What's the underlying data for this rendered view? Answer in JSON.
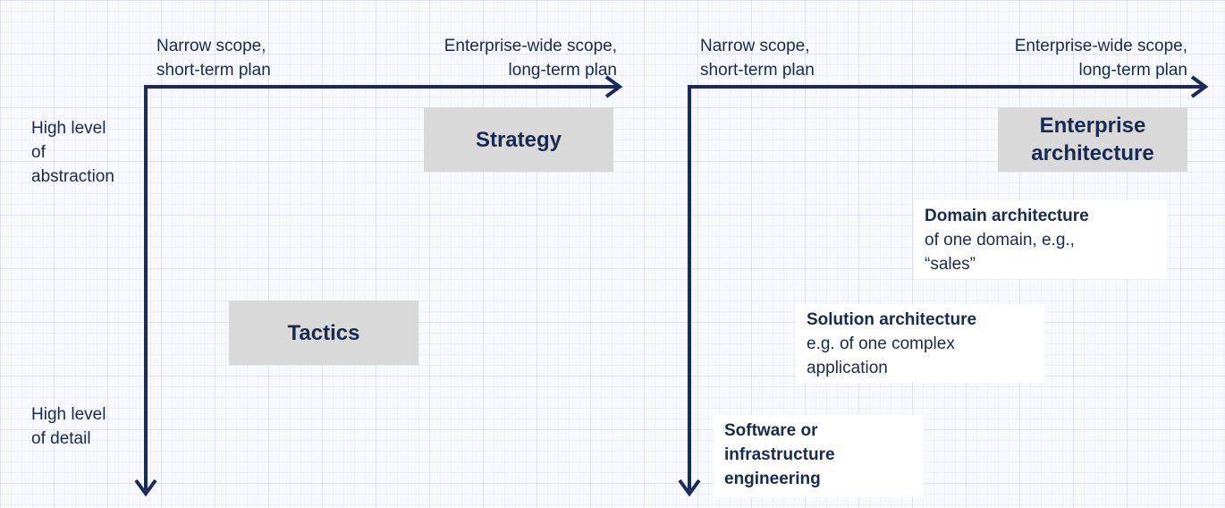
{
  "left_panel": {
    "x_axis": {
      "start_label": [
        "Narrow scope,",
        "short-term plan"
      ],
      "end_label": [
        "Enterprise-wide scope,",
        "long-term plan"
      ]
    },
    "y_axis": {
      "top_label": [
        "High level",
        "of",
        "abstraction"
      ],
      "bottom_label": [
        "High level",
        "of detail"
      ]
    },
    "boxes": {
      "strategy": "Strategy",
      "tactics": "Tactics"
    }
  },
  "right_panel": {
    "x_axis": {
      "start_label": [
        "Narrow scope,",
        "short-term plan"
      ],
      "end_label": [
        "Enterprise-wide scope,",
        "long-term plan"
      ]
    },
    "boxes": {
      "enterprise_architecture": [
        "Enterprise",
        "architecture"
      ],
      "domain_architecture": {
        "title": "Domain architecture",
        "description": [
          "of one domain, e.g.,",
          "“sales”"
        ]
      },
      "solution_architecture": {
        "title": "Solution architecture",
        "description": [
          "e.g. of one complex",
          "application"
        ]
      },
      "software_engineering": {
        "title": [
          "Software or",
          "infrastructure",
          "engineering"
        ]
      }
    }
  },
  "colors": {
    "axis": "#1b2a5e",
    "text": "#1a2a4f",
    "grey_box": "#d9d9d9",
    "white_box": "#ffffff",
    "background": "#f7f9fd"
  }
}
